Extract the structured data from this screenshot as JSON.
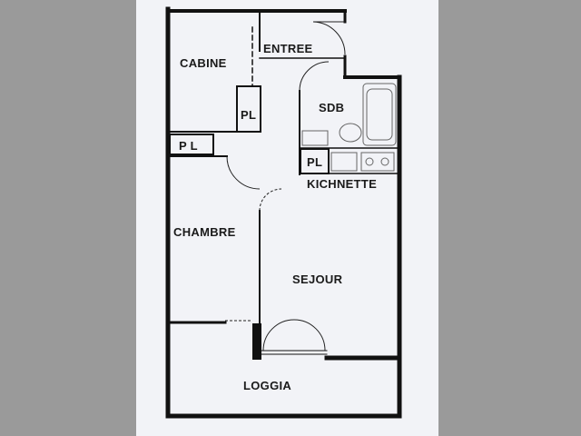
{
  "plan": {
    "rooms": {
      "cabine": "CABINE",
      "entree": "ENTREE",
      "sdb": "SDB",
      "kichnette": "KICHNETTE",
      "chambre": "CHAMBRE",
      "sejour": "SEJOUR",
      "loggia": "LOGGIA"
    },
    "closets": {
      "pl_cabine": "PL",
      "pl_chambre": "P L",
      "pl_kitchen": "PL"
    }
  },
  "colors": {
    "wall": "#111111",
    "paper": "#f2f3f7",
    "background": "#9a9a9a",
    "fixture": "#666666"
  }
}
